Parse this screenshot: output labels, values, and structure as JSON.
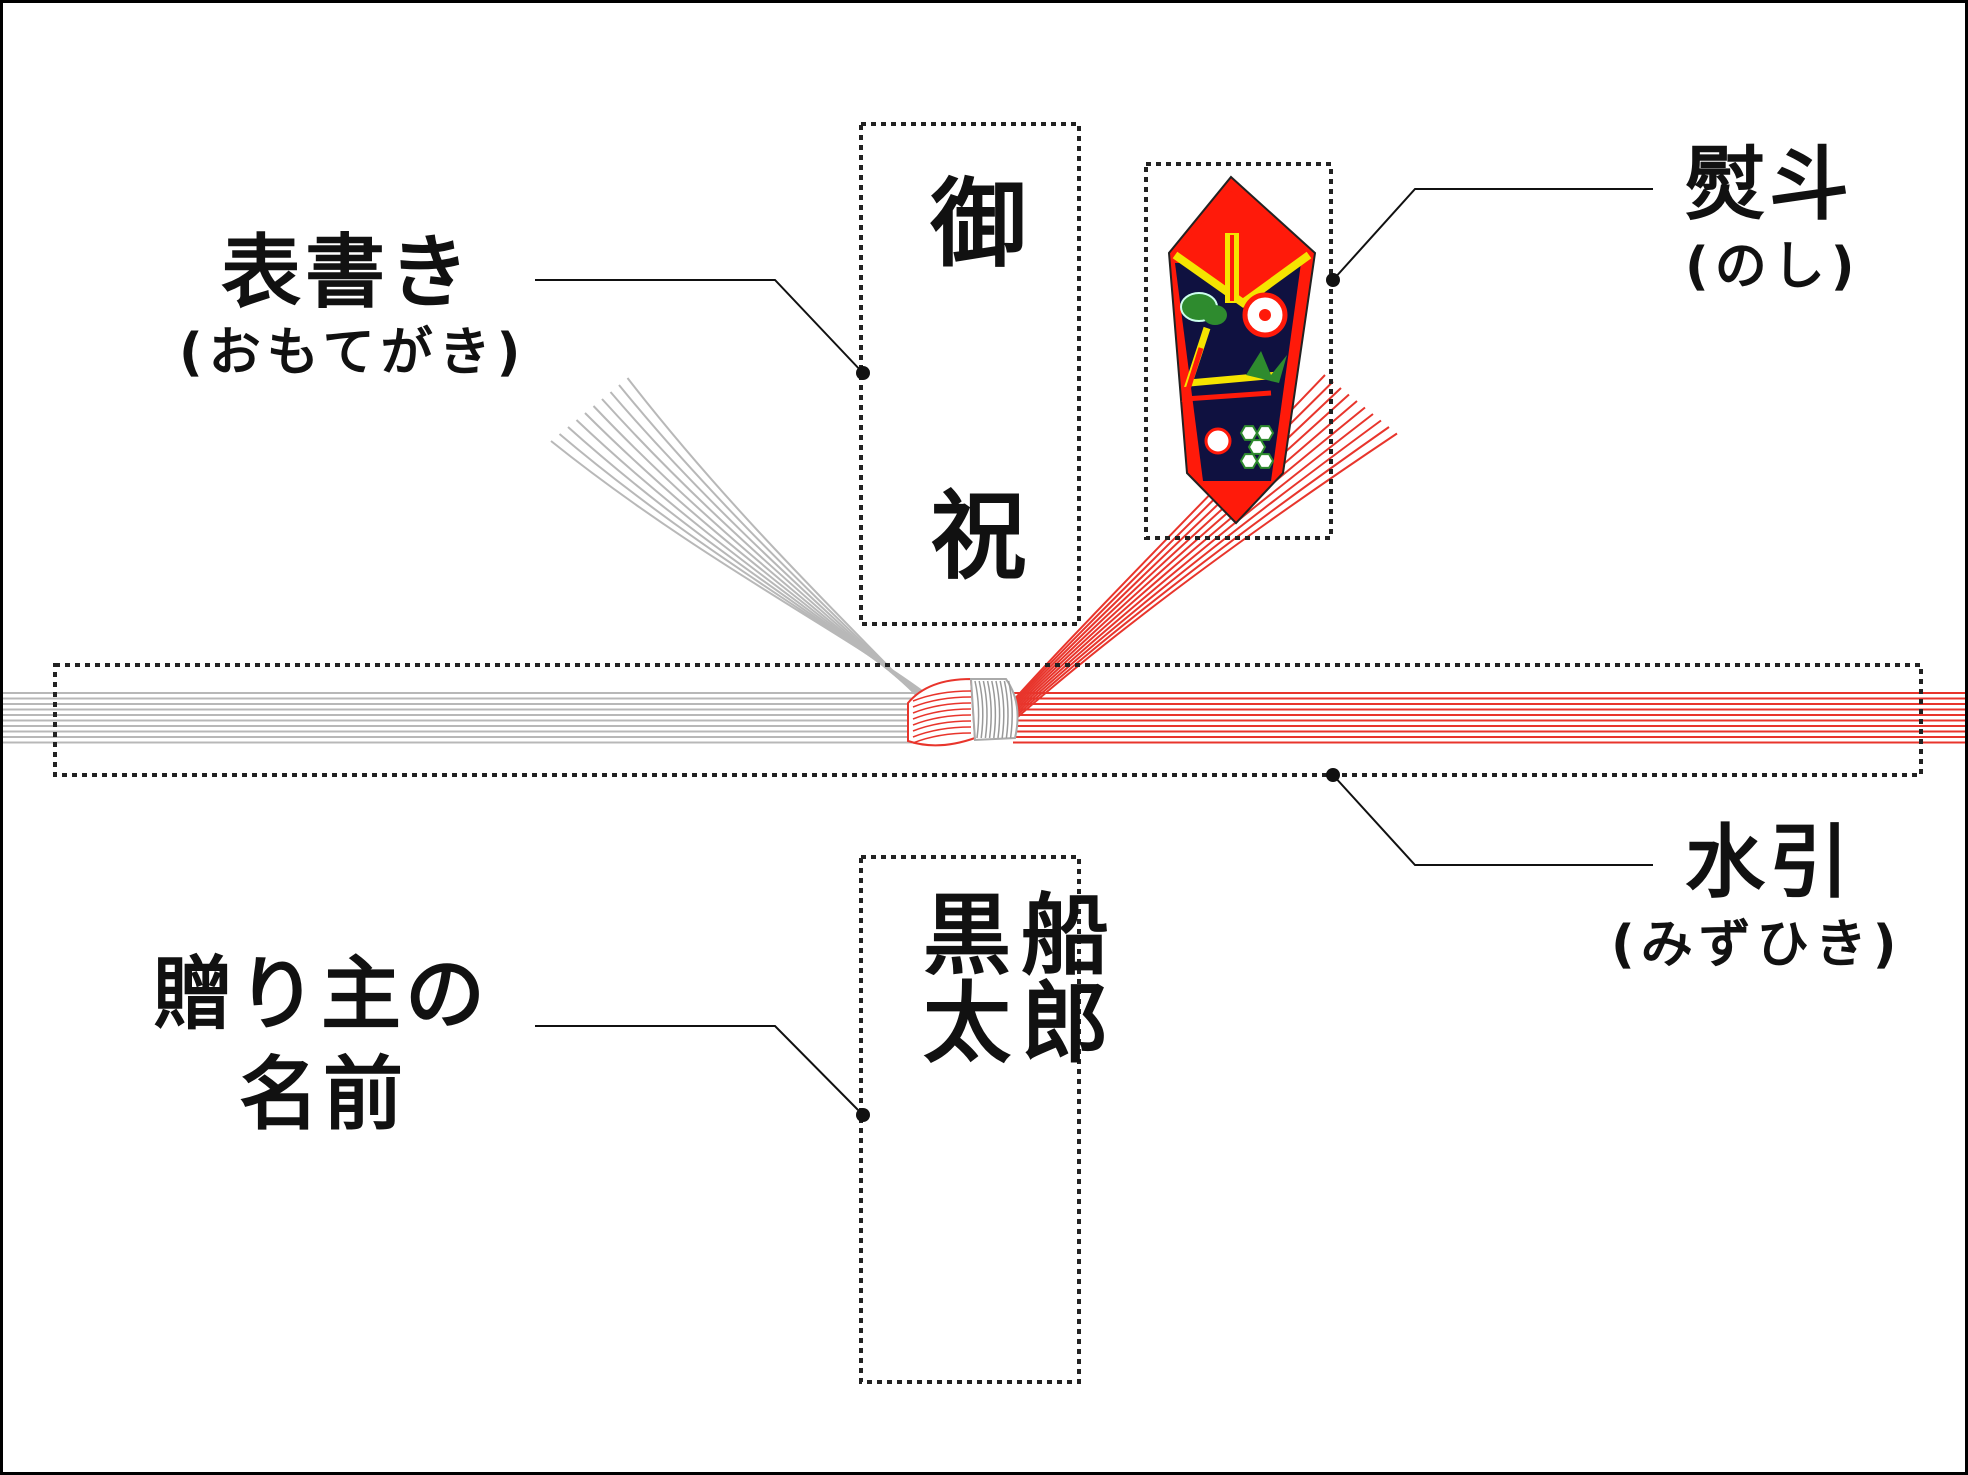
{
  "omotegaki_text": "御　祝",
  "sender_name_text": "黒船\n太郎",
  "labels": {
    "omotegaki": {
      "main": "表書き",
      "sub": "(おもてがき)"
    },
    "noshi": {
      "main": "熨斗",
      "sub": "(のし)"
    },
    "mizuhiki": {
      "main": "水引",
      "sub": "(みずひき)"
    },
    "sender": {
      "line1": "贈り主の",
      "line2": "名前"
    }
  },
  "colors": {
    "mizuhiki_red": "#e8352c",
    "mizuhiki_silver": "#b8b8b8",
    "noshi_red": "#ff1a0a",
    "noshi_navy": "#0f1140",
    "noshi_yellow": "#f5e400",
    "noshi_green": "#2e8b2e",
    "frame_dotted": "#222222"
  }
}
